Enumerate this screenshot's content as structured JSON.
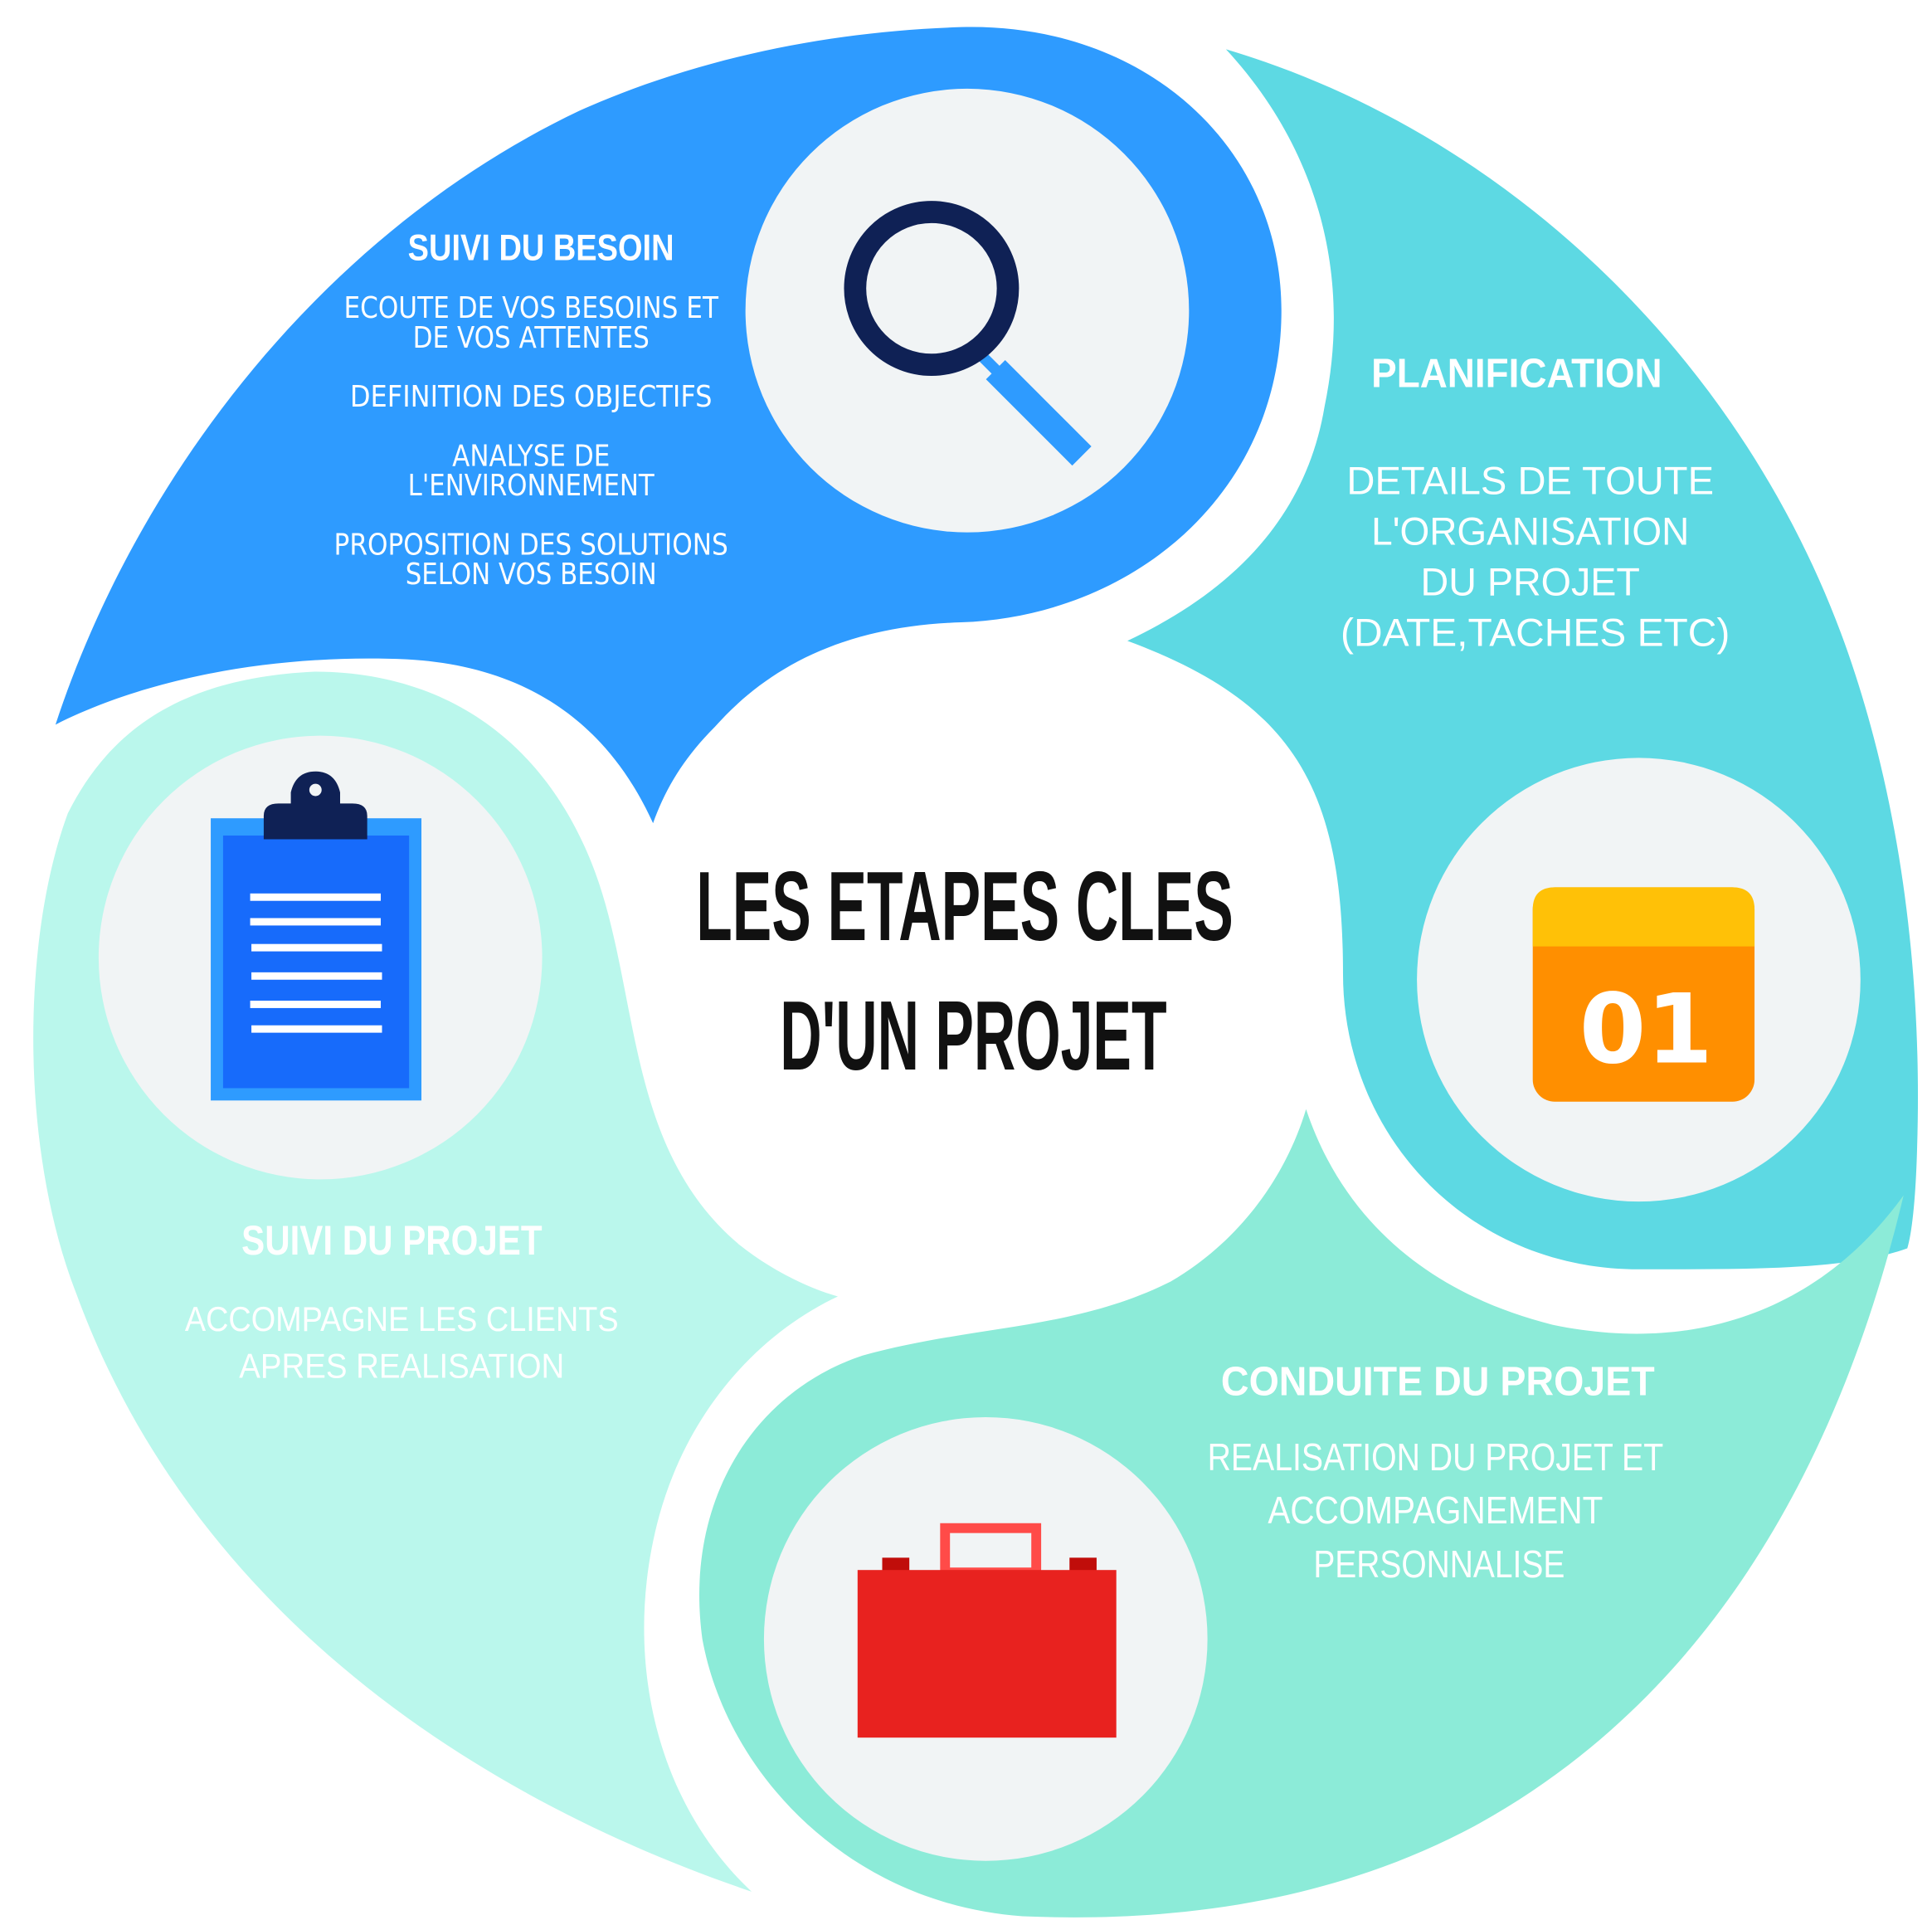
{
  "title": {
    "line1": "LES ETAPES CLES",
    "line2": "D'UN PROJET"
  },
  "colors": {
    "suivi_besoin": "#2E9BFF",
    "planification": "#5DD9E3",
    "conduite": "#8CEBD8",
    "suivi_projet": "#BAF7EC",
    "icon_circle": "#F1F4F5",
    "navy": "#0F2155",
    "calendar_top": "#FFC107",
    "calendar_body": "#FF8F00",
    "briefcase": "#E8221F",
    "briefcase_latch": "#C00D0A",
    "briefcase_handle": "#FF4B48",
    "clipboard_outer": "#2E9BFF",
    "clipboard_inner": "#176BFB"
  },
  "steps": [
    {
      "id": "suivi-besoin",
      "heading": "SUIVI DU BESOIN",
      "icon": "magnifier-icon",
      "lines": [
        "ECOUTE DE VOS BESOINS ET",
        "DE VOS ATTENTES",
        "DEFINITION DES OBJECTIFS",
        "ANALYSE DE",
        "L'ENVIRONNEMENT",
        "PROPOSITION DES SOLUTIONS",
        "SELON VOS BESOIN"
      ]
    },
    {
      "id": "planification",
      "heading": "PLANIFICATION",
      "icon": "calendar-icon",
      "badge": "01",
      "lines": [
        "DETAILS DE TOUTE",
        "L'ORGANISATION",
        "DU PROJET",
        "(DATE,TACHES ETC)"
      ]
    },
    {
      "id": "conduite-projet",
      "heading": "CONDUITE DU PROJET",
      "icon": "briefcase-icon",
      "lines": [
        "REALISATION DU PROJET ET",
        "ACCOMPAGNEMENT",
        "PERSONNALISE"
      ]
    },
    {
      "id": "suivi-projet",
      "heading": "SUIVI DU PROJET",
      "icon": "clipboard-icon",
      "lines": [
        "ACCOMPAGNE LES CLIENTS",
        "APRES  REALISATION"
      ]
    }
  ]
}
